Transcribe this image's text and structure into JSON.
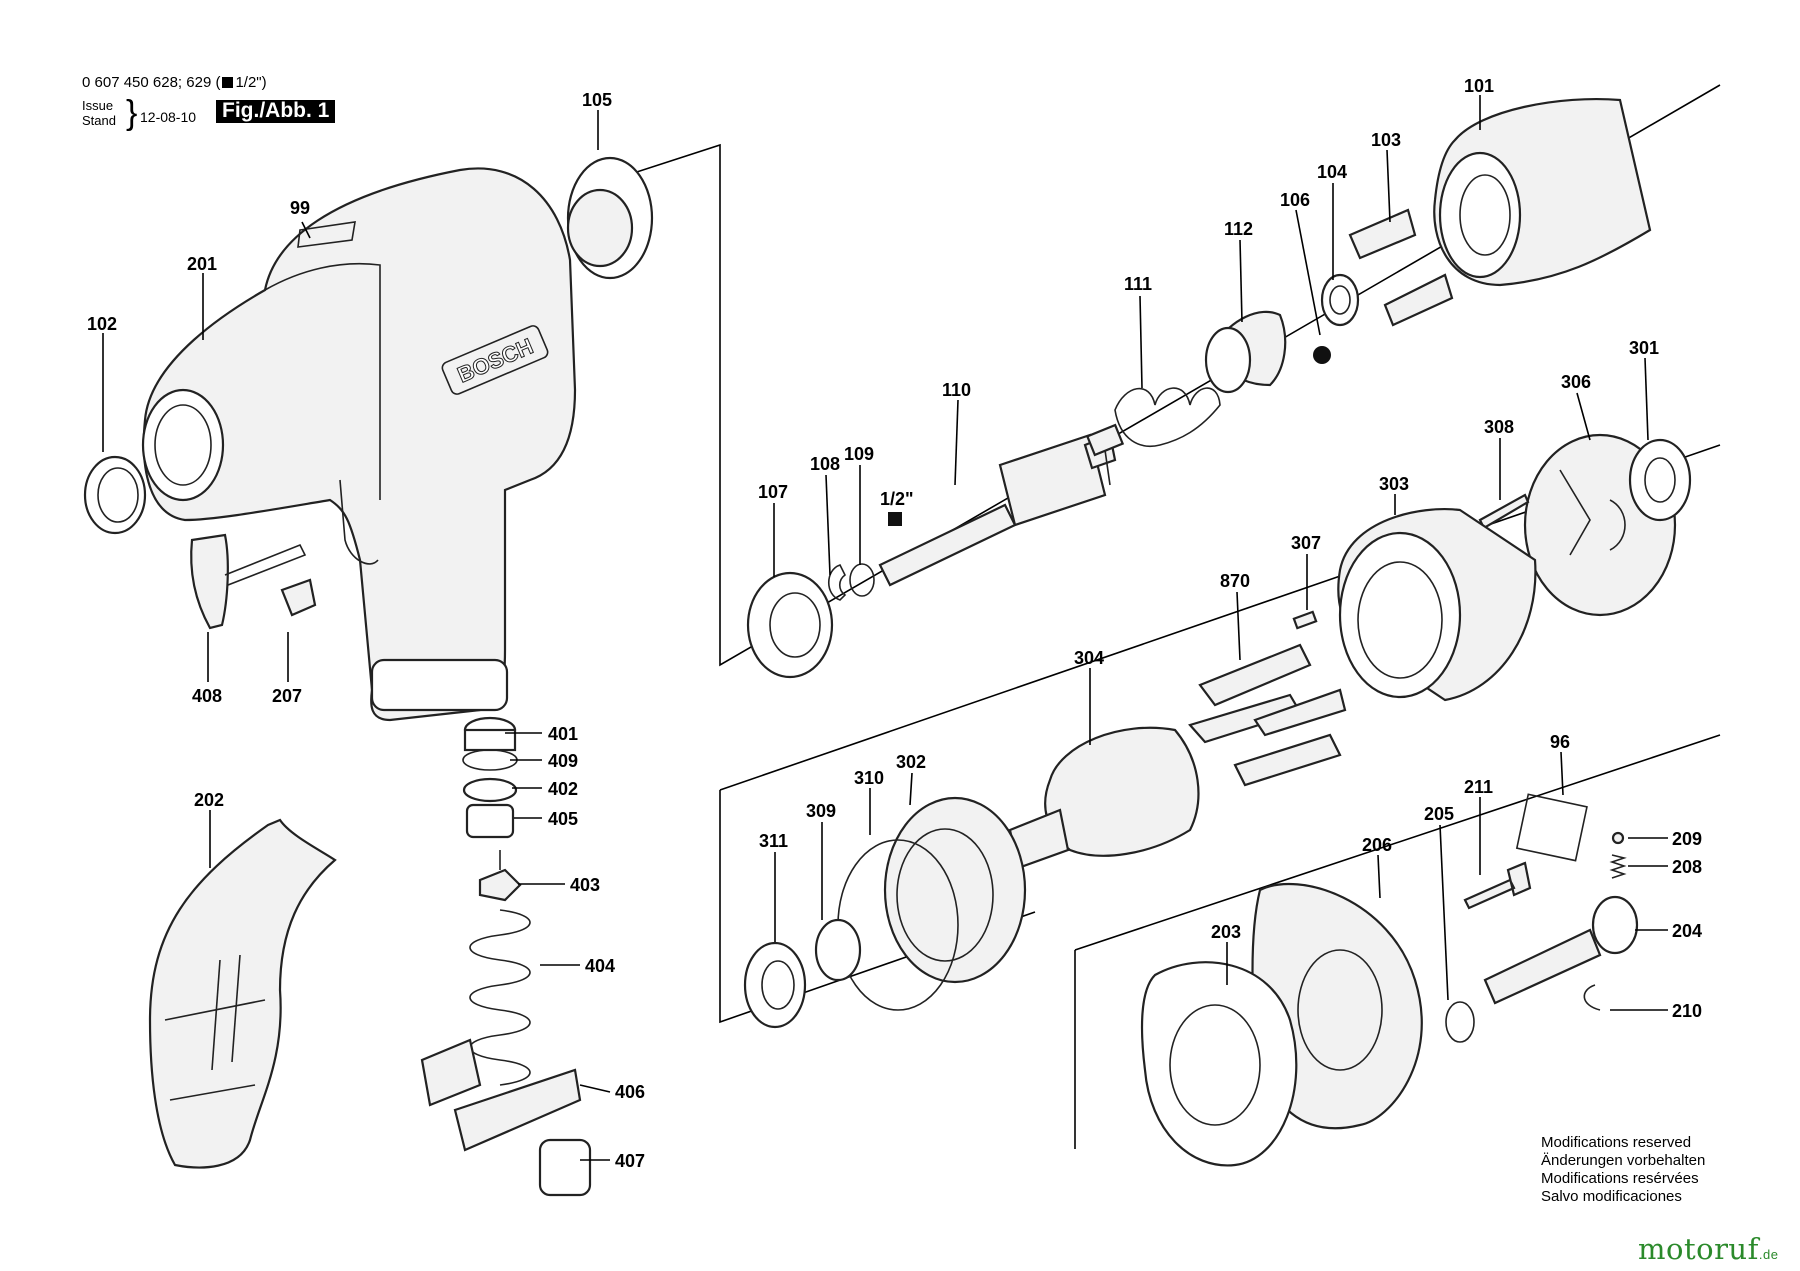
{
  "header": {
    "doc_number": "0 607 450 628; 629 (",
    "doc_size": "1/2\")",
    "issue_label": "Issue Stand",
    "issue_date": "12-08-10",
    "figure_label": "Fig./Abb. 1"
  },
  "modifications": [
    "Modifications reserved",
    "Änderungen vorbehalten",
    "Modifications resérvées",
    "Salvo modificaciones"
  ],
  "brand": {
    "name": "motoruf",
    "tld": ".de"
  },
  "housing_logo": "BOSCH",
  "drive_size_label": "1/2\"",
  "parts": [
    {
      "id": "p105",
      "label": "105"
    },
    {
      "id": "p99",
      "label": "99"
    },
    {
      "id": "p201",
      "label": "201"
    },
    {
      "id": "p102",
      "label": "102"
    },
    {
      "id": "p408",
      "label": "408"
    },
    {
      "id": "p207",
      "label": "207"
    },
    {
      "id": "p401",
      "label": "401"
    },
    {
      "id": "p409",
      "label": "409"
    },
    {
      "id": "p402",
      "label": "402"
    },
    {
      "id": "p405",
      "label": "405"
    },
    {
      "id": "p403",
      "label": "403"
    },
    {
      "id": "p404",
      "label": "404"
    },
    {
      "id": "p406",
      "label": "406"
    },
    {
      "id": "p407",
      "label": "407"
    },
    {
      "id": "p202",
      "label": "202"
    },
    {
      "id": "p101",
      "label": "101"
    },
    {
      "id": "p103",
      "label": "103"
    },
    {
      "id": "p104",
      "label": "104"
    },
    {
      "id": "p106",
      "label": "106"
    },
    {
      "id": "p112",
      "label": "112"
    },
    {
      "id": "p111",
      "label": "111"
    },
    {
      "id": "p110",
      "label": "110"
    },
    {
      "id": "p109",
      "label": "109"
    },
    {
      "id": "p108",
      "label": "108"
    },
    {
      "id": "p107",
      "label": "107"
    },
    {
      "id": "p301",
      "label": "301"
    },
    {
      "id": "p306",
      "label": "306"
    },
    {
      "id": "p308",
      "label": "308"
    },
    {
      "id": "p303",
      "label": "303"
    },
    {
      "id": "p307",
      "label": "307"
    },
    {
      "id": "p870",
      "label": "870"
    },
    {
      "id": "p304",
      "label": "304"
    },
    {
      "id": "p302",
      "label": "302"
    },
    {
      "id": "p310",
      "label": "310"
    },
    {
      "id": "p309",
      "label": "309"
    },
    {
      "id": "p311",
      "label": "311"
    },
    {
      "id": "p96",
      "label": "96"
    },
    {
      "id": "p211",
      "label": "211"
    },
    {
      "id": "p205",
      "label": "205"
    },
    {
      "id": "p206",
      "label": "206"
    },
    {
      "id": "p203",
      "label": "203"
    },
    {
      "id": "p209",
      "label": "209"
    },
    {
      "id": "p208",
      "label": "208"
    },
    {
      "id": "p204",
      "label": "204"
    },
    {
      "id": "p210",
      "label": "210"
    }
  ]
}
